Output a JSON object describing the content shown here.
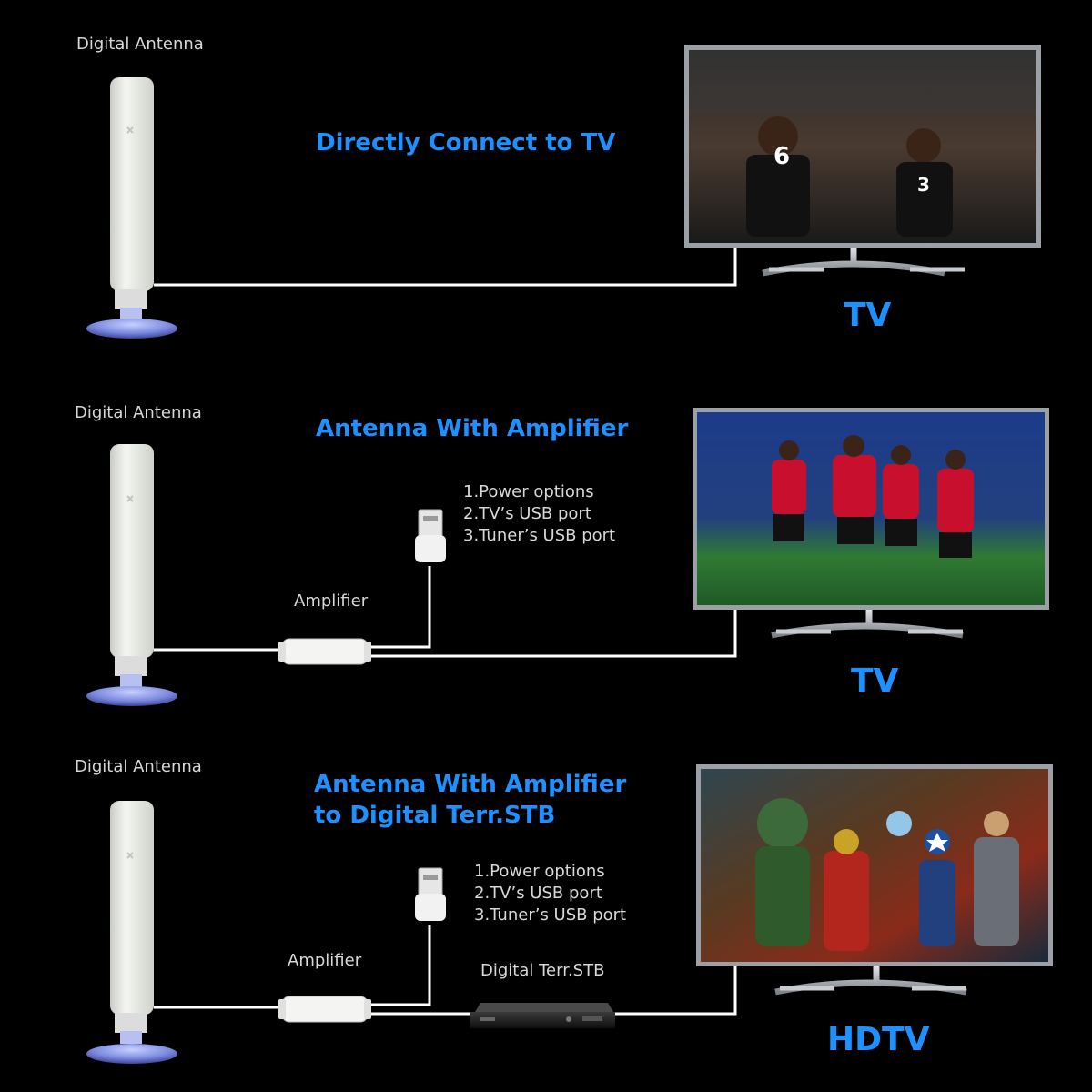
{
  "panels": [
    {
      "antenna_label": "Digital Antenna",
      "title_lines": [
        "Directly Connect to TV"
      ],
      "tv_label": "TV"
    },
    {
      "antenna_label": "Digital Antenna",
      "title_lines": [
        "Antenna With Amplifier"
      ],
      "amplifier_label": "Amplifier",
      "usb_options": [
        "1.Power options",
        "2.TV’s USB port",
        "3.Tuner’s USB port"
      ],
      "tv_label": "TV"
    },
    {
      "antenna_label": "Digital Antenna",
      "title_lines": [
        "Antenna With Amplifier",
        "to Digital Terr.STB"
      ],
      "amplifier_label": "Amplifier",
      "usb_options": [
        "1.Power options",
        "2.TV’s USB port",
        "3.Tuner’s USB port"
      ],
      "stb_label": "Digital Terr.STB",
      "tv_label": "HDTV"
    }
  ],
  "colors": {
    "background": "#000000",
    "accent_blue": "#1e90ff",
    "cable": "#ffffff",
    "antenna_body": "#e9ebe6",
    "suction_cup": "#6a79c8"
  }
}
